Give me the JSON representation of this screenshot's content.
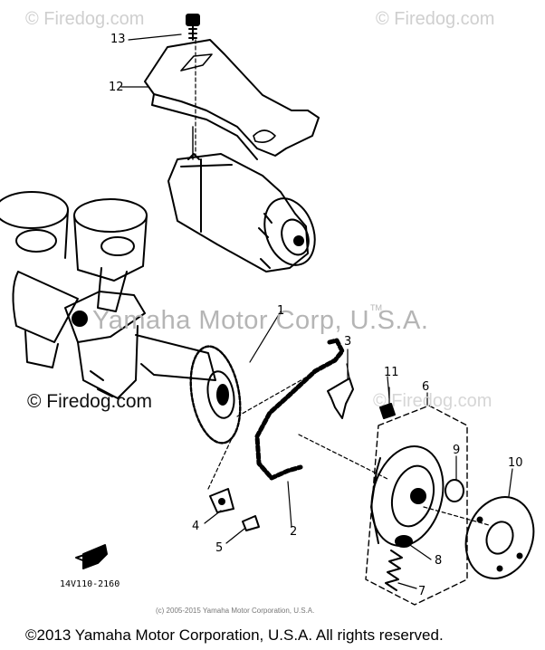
{
  "watermarks": {
    "top_left": "© Firedog.com",
    "top_right": "© Firedog.com",
    "middle_left": "© Firedog.com",
    "middle_right": "© Firedog.com",
    "center": "Yamaha Motor Corp, U.S.A.",
    "tm": "TM",
    "small_copyright": "(c) 2005-2015 Yamaha Motor Corporation, U.S.A."
  },
  "diagram_code": "14V110-2160",
  "footer": "©2013 Yamaha Motor Corporation, U.S.A. All rights reserved.",
  "callouts": [
    "1",
    "2",
    "3",
    "4",
    "5",
    "6",
    "7",
    "8",
    "9",
    "10",
    "11",
    "12",
    "13"
  ],
  "colors": {
    "line": "#000000",
    "watermark": "#cfcfcf"
  }
}
